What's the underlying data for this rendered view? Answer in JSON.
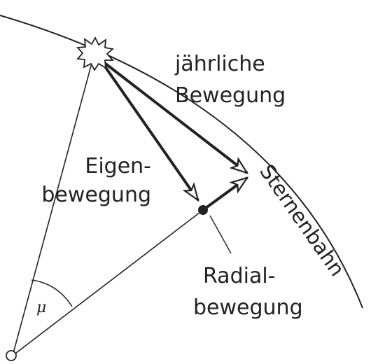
{
  "labels": {
    "annual_motion_1": "jährliche",
    "annual_motion_2": "Bewegung",
    "proper_motion_1": "Eigen-",
    "proper_motion_2": "bewegung",
    "radial_motion_1": "Radial-",
    "radial_motion_2": "bewegung",
    "star_path": "Sternenbahn",
    "angle_symbol": "μ"
  },
  "icons": {
    "star": "star-icon",
    "observer": "observer-point-icon",
    "position": "star-position-dot-icon"
  },
  "colors": {
    "ink": "#222222",
    "background": "#ffffff"
  }
}
